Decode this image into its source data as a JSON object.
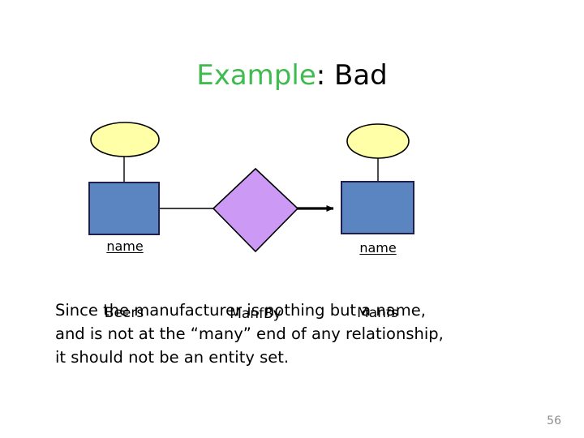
{
  "slide": {
    "title_highlight": "Example",
    "title_rest": ": Bad",
    "page_number": "56",
    "colors": {
      "title_highlight": "#3FBB4F",
      "title_rest": "#000000",
      "entity_fill": "#5B85C0",
      "entity_stroke": "#1F1F4D",
      "relationship_fill": "#CC99F5",
      "relationship_stroke": "#000000",
      "attribute_fill": "#FFFFA8",
      "attribute_stroke": "#000000",
      "connector": "#000000",
      "page_number": "#8c8c8c"
    }
  },
  "diagram": {
    "type": "entity-relationship",
    "entities": [
      {
        "id": "beers",
        "label": "Beers",
        "shape": "rectangle"
      },
      {
        "id": "manfs",
        "label": "Manfs",
        "shape": "rectangle"
      }
    ],
    "relationships": [
      {
        "id": "manfby",
        "label": "ManfBy",
        "shape": "diamond",
        "from": "beers",
        "to": "manfs",
        "from_arrow": false,
        "to_arrow": true
      }
    ],
    "attributes": [
      {
        "id": "beers-name",
        "label": "name",
        "shape": "ellipse",
        "key": true,
        "owner": "beers"
      },
      {
        "id": "manfs-name",
        "label": "name",
        "shape": "ellipse",
        "key": true,
        "owner": "manfs"
      }
    ]
  },
  "body": {
    "lines": [
      "Since the manufacturer is nothing but a name,",
      "and is not at the “many” end of any relationship,",
      "it should not be an entity set."
    ]
  }
}
